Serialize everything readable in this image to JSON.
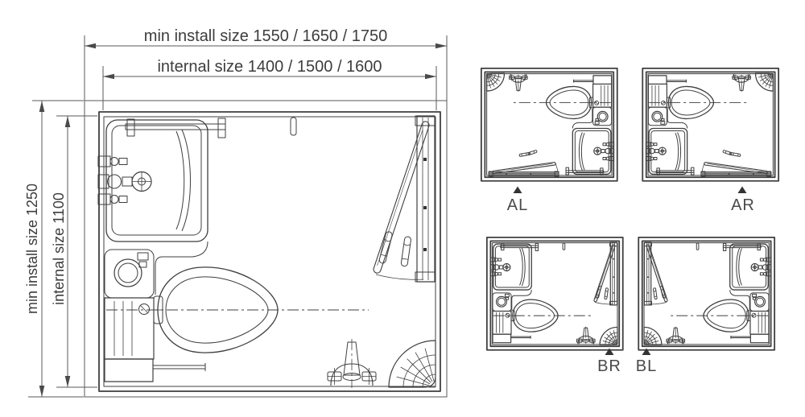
{
  "colors": {
    "background": "#ffffff",
    "drawing_line": "#3f3f3f",
    "dimension_line": "#5a5a5a",
    "text": "#3d3d3d",
    "marker": "#333333"
  },
  "dimensions": {
    "top_outer": "min install size 1550 / 1650 / 1750",
    "top_inner": "internal size 1400 / 1500 / 1600",
    "left_outer": "min install size 1250",
    "left_inner": "internal size 1100"
  },
  "variants": [
    {
      "label": "AL",
      "door_position": "bottom-left"
    },
    {
      "label": "AR",
      "door_position": "bottom-right"
    },
    {
      "label": "BR",
      "door_position": "side-right"
    },
    {
      "label": "BL",
      "door_position": "side-left"
    }
  ],
  "fixture_icons": [
    "bathtub-icon",
    "toilet-icon",
    "washbasin-icon",
    "service-duct-icon",
    "shower-faucet-icon",
    "corner-shelf-icon",
    "door-swing-icon",
    "slippers-icon"
  ]
}
